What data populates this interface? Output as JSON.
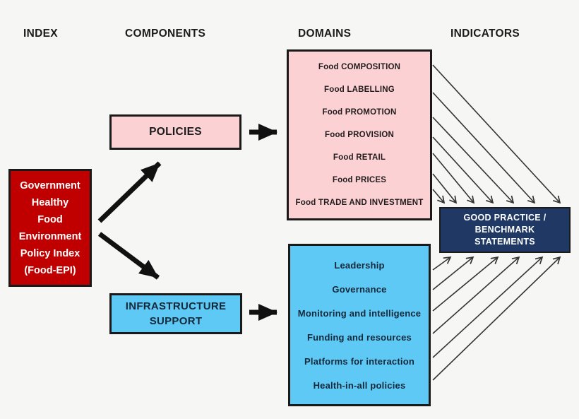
{
  "diagram_title": "Food-EPI framework diagram",
  "colors": {
    "background": "#f6f6f5",
    "index_box": "#c00000",
    "policies_fill": "#fbd1d4",
    "infrastructure_fill": "#5fc9f6",
    "indicators_fill": "#1f3864",
    "border": "#1a1a1a",
    "arrow_thick": "#111111",
    "arrow_thin": "#333333"
  },
  "headers": {
    "index": "INDEX",
    "components": "COMPONENTS",
    "domains": "DOMAINS",
    "indicators": "INDICATORS"
  },
  "index_box": {
    "lines": [
      "Government",
      "Healthy",
      "Food",
      "Environment",
      "Policy Index",
      "(Food-EPI)"
    ]
  },
  "components": {
    "policies_label": "POLICIES",
    "infrastructure_line1": "INFRASTRUCTURE",
    "infrastructure_line2": "SUPPORT"
  },
  "policy_domains": {
    "items": [
      "Food COMPOSITION",
      "Food LABELLING",
      "Food PROMOTION",
      "Food PROVISION",
      "Food RETAIL",
      "Food PRICES",
      "Food TRADE AND INVESTMENT"
    ]
  },
  "infrastructure_domains": {
    "items": [
      "Leadership",
      "Governance",
      "Monitoring and intelligence",
      "Funding and resources",
      "Platforms for interaction",
      "Health-in-all policies"
    ]
  },
  "indicators_box": {
    "lines": [
      "GOOD PRACTICE /",
      "BENCHMARK",
      "STATEMENTS"
    ]
  }
}
